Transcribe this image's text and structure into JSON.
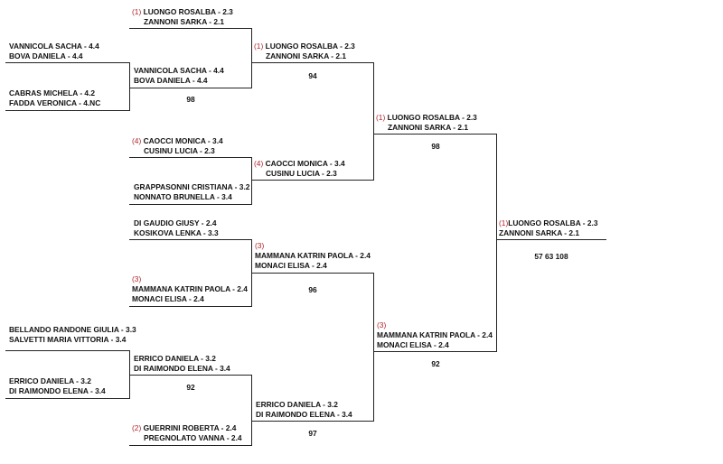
{
  "round1": [
    {
      "team1": "VANNICOLA SACHA - 4.4",
      "team2": "BOVA DANIELA - 4.4"
    },
    {
      "team1": "CABRAS MICHELA - 4.2",
      "team2": "FADDA VERONICA - 4.NC"
    },
    {
      "team1": "BELLANDO RANDONE GIULIA - 3.3",
      "team2": "SALVETTI MARIA VITTORIA - 3.4"
    },
    {
      "team1": "ERRICO DANIELA - 3.2",
      "team2": "DI RAIMONDO ELENA - 3.4"
    }
  ],
  "round2": [
    {
      "seed": "(1)",
      "team1": "LUONGO ROSALBA - 2.3",
      "team2": "ZANNONI SARKA - 2.1"
    },
    {
      "seed": "",
      "team1": "VANNICOLA SACHA - 4.4",
      "team2": "BOVA DANIELA - 4.4",
      "score": "98"
    },
    {
      "seed": "(4)",
      "team1": "CAOCCI MONICA - 3.4",
      "team2": "CUSINU LUCIA - 2.3"
    },
    {
      "seed": "",
      "team1": "GRAPPASONNI CRISTIANA - 3.2",
      "team2": "NONNATO BRUNELLA - 3.4"
    },
    {
      "seed": "",
      "team1": "DI GAUDIO GIUSY - 2.4",
      "team2": "KOSIKOVA LENKA - 3.3"
    },
    {
      "seed": "(3)",
      "team1": "MAMMANA KATRIN PAOLA - 2.4",
      "team2": "MONACI ELISA - 2.4"
    },
    {
      "seed": "",
      "team1": "ERRICO DANIELA - 3.2",
      "team2": "DI RAIMONDO ELENA - 3.4",
      "score": "92"
    },
    {
      "seed": "(2)",
      "team1": "GUERRINI ROBERTA - 2.4",
      "team2": "PREGNOLATO VANNA - 2.4"
    }
  ],
  "round3": [
    {
      "seed": "(1)",
      "team1": "LUONGO ROSALBA - 2.3",
      "team2": "ZANNONI SARKA - 2.1",
      "score": "94"
    },
    {
      "seed": "(4)",
      "team1": "CAOCCI MONICA - 3.4",
      "team2": "CUSINU LUCIA - 2.3"
    },
    {
      "seed": "(3)",
      "team1": "MAMMANA KATRIN PAOLA - 2.4",
      "team2": "MONACI ELISA - 2.4",
      "score": "96"
    },
    {
      "seed": "",
      "team1": "ERRICO DANIELA - 3.2",
      "team2": "DI RAIMONDO ELENA - 3.4",
      "score": "97"
    }
  ],
  "round4": [
    {
      "seed": "(1)",
      "team1": "LUONGO ROSALBA - 2.3",
      "team2": "ZANNONI SARKA - 2.1",
      "score": "98"
    },
    {
      "seed": "(3)",
      "team1": "MAMMANA KATRIN PAOLA - 2.4",
      "team2": "MONACI ELISA - 2.4",
      "score": "92"
    }
  ],
  "final": {
    "seed": "(1)",
    "team1": "LUONGO ROSALBA - 2.3",
    "team2": "ZANNONI SARKA - 2.1",
    "score": "57 63 108"
  }
}
